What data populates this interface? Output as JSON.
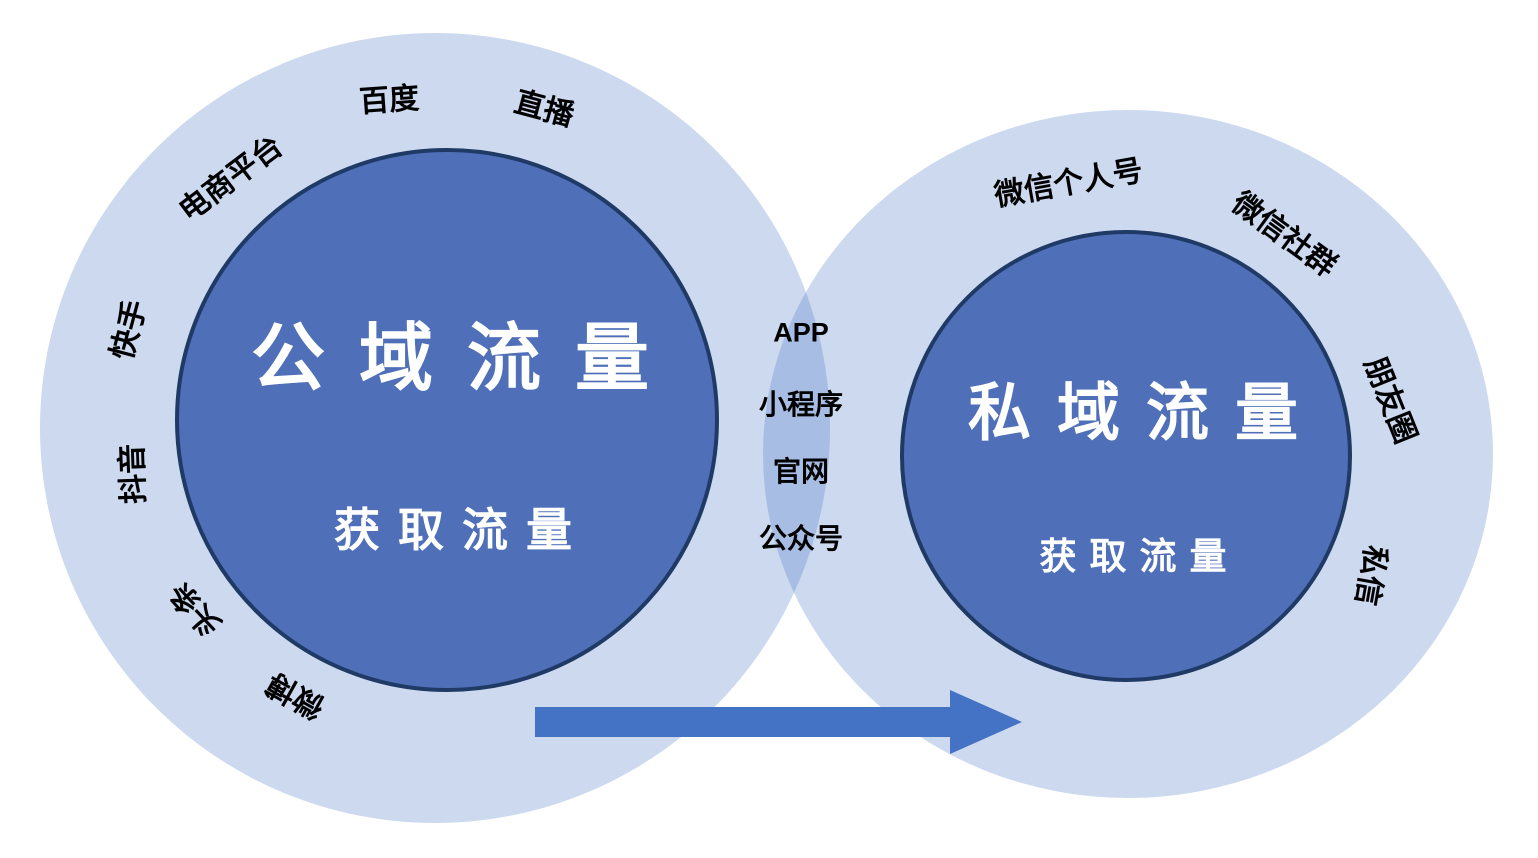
{
  "left_circle": {
    "title": "公域流量",
    "subtitle": "获取流量",
    "ring_labels": [
      "电商平台",
      "百度",
      "直播",
      "快手",
      "抖音",
      "头条",
      "微博"
    ]
  },
  "right_circle": {
    "title": "私域流量",
    "subtitle": "获取流量",
    "ring_labels": [
      "微信个人号",
      "微信社群",
      "朋友圈",
      "私信"
    ]
  },
  "overlap": {
    "labels": [
      "APP",
      "小程序",
      "官网",
      "公众号"
    ]
  },
  "arrow": {
    "direction": "right"
  },
  "colors": {
    "base_blue": "#4472c4",
    "ring_tint": "#ccd6ec",
    "overlap_tint": "#adbfe4",
    "inner_fill": "#4f6fb8",
    "inner_border": "#203a66",
    "label_text": "#000000",
    "inner_text": "#ffffff",
    "arrow": "#4472c4"
  }
}
